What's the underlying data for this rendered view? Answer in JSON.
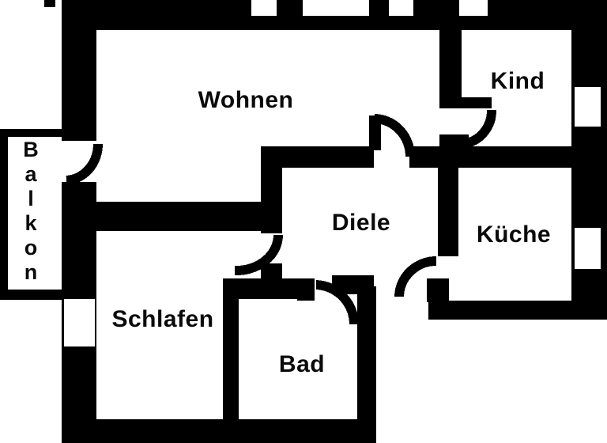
{
  "colors": {
    "wall": "#000000",
    "floor": "#ffffff",
    "text": "#0a0a0a"
  },
  "rooms": {
    "wohnen": {
      "label": "Wohnen"
    },
    "kind": {
      "label": "Kind"
    },
    "kueche": {
      "label": "Küche"
    },
    "diele": {
      "label": "Diele"
    },
    "schlafen": {
      "label": "Schlafen"
    },
    "bad": {
      "label": "Bad"
    },
    "balkon": {
      "label": "Balkon"
    }
  }
}
